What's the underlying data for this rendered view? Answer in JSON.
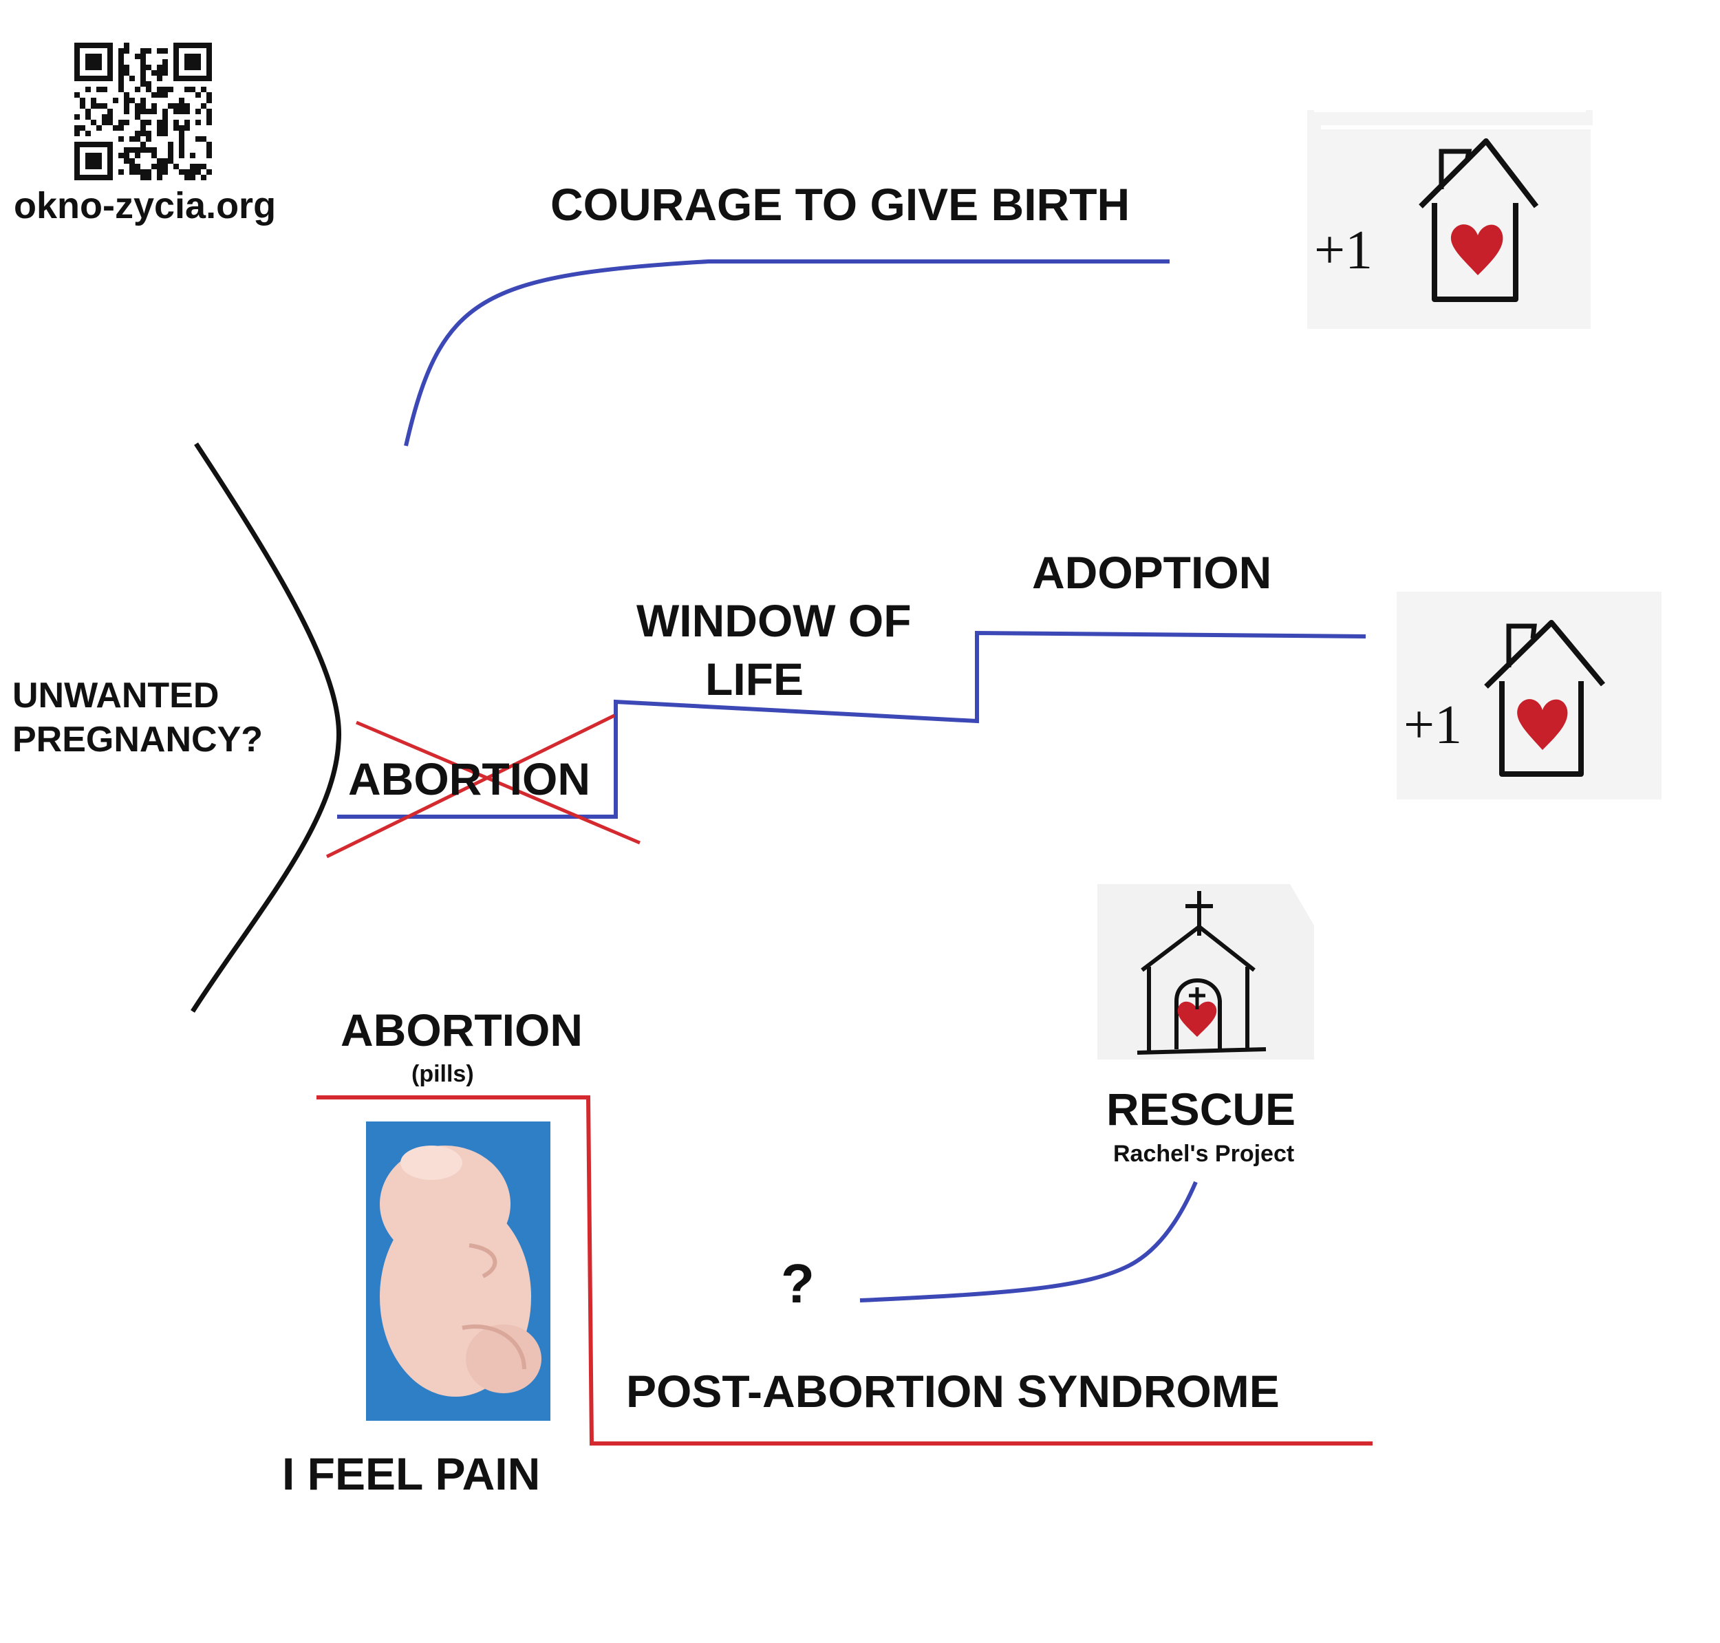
{
  "website": "okno-zycia.org",
  "labels": {
    "courage": "COURAGE TO GIVE BIRTH",
    "unwanted_line1": "UNWANTED",
    "unwanted_line2": "PREGNANCY?",
    "abortion_crossed": "ABORTION",
    "window_line1": "WINDOW OF",
    "window_line2": "LIFE",
    "adoption": "ADOPTION",
    "abortion_pills": "ABORTION",
    "pills": "(pills)",
    "feel_pain": "I FEEL PAIN",
    "rescue": "RESCUE",
    "rachels_project": "Rachel's Project",
    "question": "?",
    "post_abortion": "POST-ABORTION SYNDROME"
  },
  "house_sign_text": "+1",
  "colors": {
    "blue_path": "#3b48b5",
    "red_path": "#d42a2f",
    "black_curve": "#111111",
    "heart": "#c8202a",
    "photo_bg": "#2f7fc6",
    "fetus": "#f2cdc2"
  },
  "icons": [
    "qr-code-icon",
    "house-heart-icon",
    "church-heart-icon",
    "fetus-model-photo"
  ]
}
